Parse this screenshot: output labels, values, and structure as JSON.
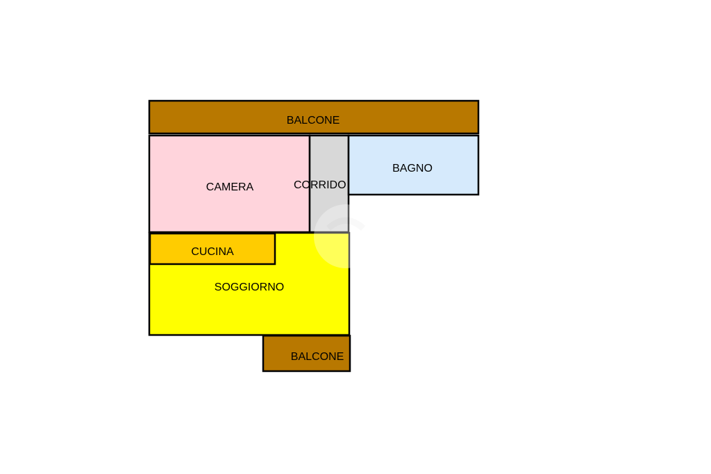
{
  "rooms": {
    "balcone_top": {
      "label": "BALCONE",
      "color": "#b87800"
    },
    "camera": {
      "label": "CAMERA",
      "color": "#ffd4dc"
    },
    "corridoio": {
      "label": "CORRIDO",
      "color": "#d8d8d8"
    },
    "bagno": {
      "label": "BAGNO",
      "color": "#d6eafc"
    },
    "cucina": {
      "label": "CUCINA",
      "color": "#ffcc00"
    },
    "soggiorno": {
      "label": "SOGGIORNO",
      "color": "#ffff00"
    },
    "balcone_bottom": {
      "label": "BALCONE",
      "color": "#b87800"
    }
  },
  "watermark": {
    "icon": "watermark-logo-icon"
  }
}
